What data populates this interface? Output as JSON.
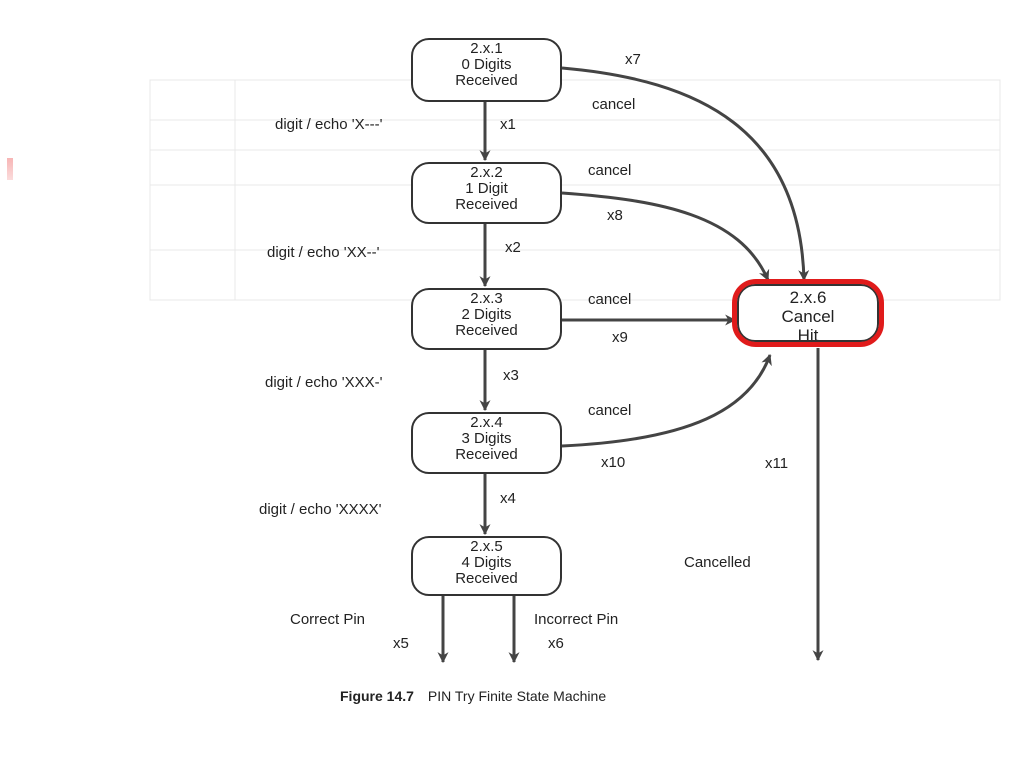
{
  "states": [
    {
      "id": "2.x.1",
      "line2": "0 Digits",
      "line3": "Received"
    },
    {
      "id": "2.x.2",
      "line2": "1 Digit",
      "line3": "Received"
    },
    {
      "id": "2.x.3",
      "line2": "2 Digits",
      "line3": "Received"
    },
    {
      "id": "2.x.4",
      "line2": "3 Digits",
      "line3": "Received"
    },
    {
      "id": "2.x.5",
      "line2": "4 Digits",
      "line3": "Received"
    },
    {
      "id": "2.x.6",
      "line2": "Cancel",
      "line3": "Hit"
    }
  ],
  "transitions": {
    "digit1": "digit / echo 'X---'",
    "digit2": "digit / echo 'XX--'",
    "digit3": "digit / echo 'XXX-'",
    "digit4": "digit / echo 'XXXX'",
    "cancel": "cancel",
    "correct": "Correct Pin",
    "incorrect": "Incorrect Pin",
    "cancelled": "Cancelled",
    "ids": {
      "x1": "x1",
      "x2": "x2",
      "x3": "x3",
      "x4": "x4",
      "x5": "x5",
      "x6": "x6",
      "x7": "x7",
      "x8": "x8",
      "x9": "x9",
      "x10": "x10",
      "x11": "x11"
    }
  },
  "caption": {
    "figure": "Figure 14.7",
    "text": "PIN Try Finite State Machine"
  },
  "colors": {
    "ink": "#333333",
    "highlight": "#e01b1b",
    "background": "#ffffff"
  }
}
